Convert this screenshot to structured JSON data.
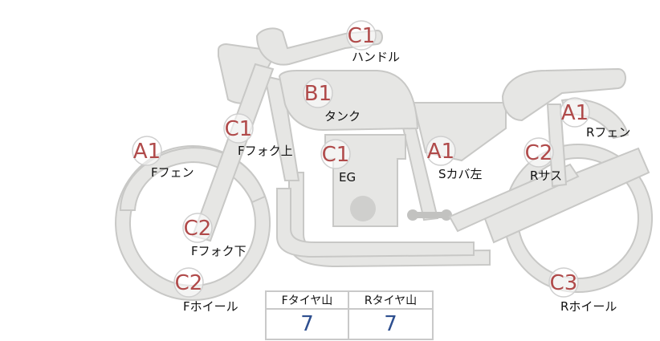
{
  "parts": [
    {
      "id": "handle",
      "grade": "C1",
      "label": "ハンドル"
    },
    {
      "id": "tank",
      "grade": "B1",
      "label": "タンク"
    },
    {
      "id": "f-fork-up",
      "grade": "C1",
      "label": "Fフォク上"
    },
    {
      "id": "engine",
      "grade": "C1",
      "label": "EG"
    },
    {
      "id": "s-cover-l",
      "grade": "A1",
      "label": "Sカバ左"
    },
    {
      "id": "f-fender",
      "grade": "A1",
      "label": "Fフェン"
    },
    {
      "id": "f-fork-low",
      "grade": "C2",
      "label": "Fフォク下"
    },
    {
      "id": "f-wheel",
      "grade": "C2",
      "label": "Fホイール"
    },
    {
      "id": "r-fender",
      "grade": "A1",
      "label": "Rフェン"
    },
    {
      "id": "r-sus",
      "grade": "C2",
      "label": "Rサス"
    },
    {
      "id": "r-wheel",
      "grade": "C3",
      "label": "Rホイール"
    }
  ],
  "tire_table": {
    "headers": [
      "Fタイヤ山",
      "Rタイヤ山"
    ],
    "values": [
      "7",
      "7"
    ]
  },
  "colors": {
    "grade": "#b04a4a",
    "tire_value": "#2e4f8f",
    "part_fill": "#e6e6e4"
  }
}
